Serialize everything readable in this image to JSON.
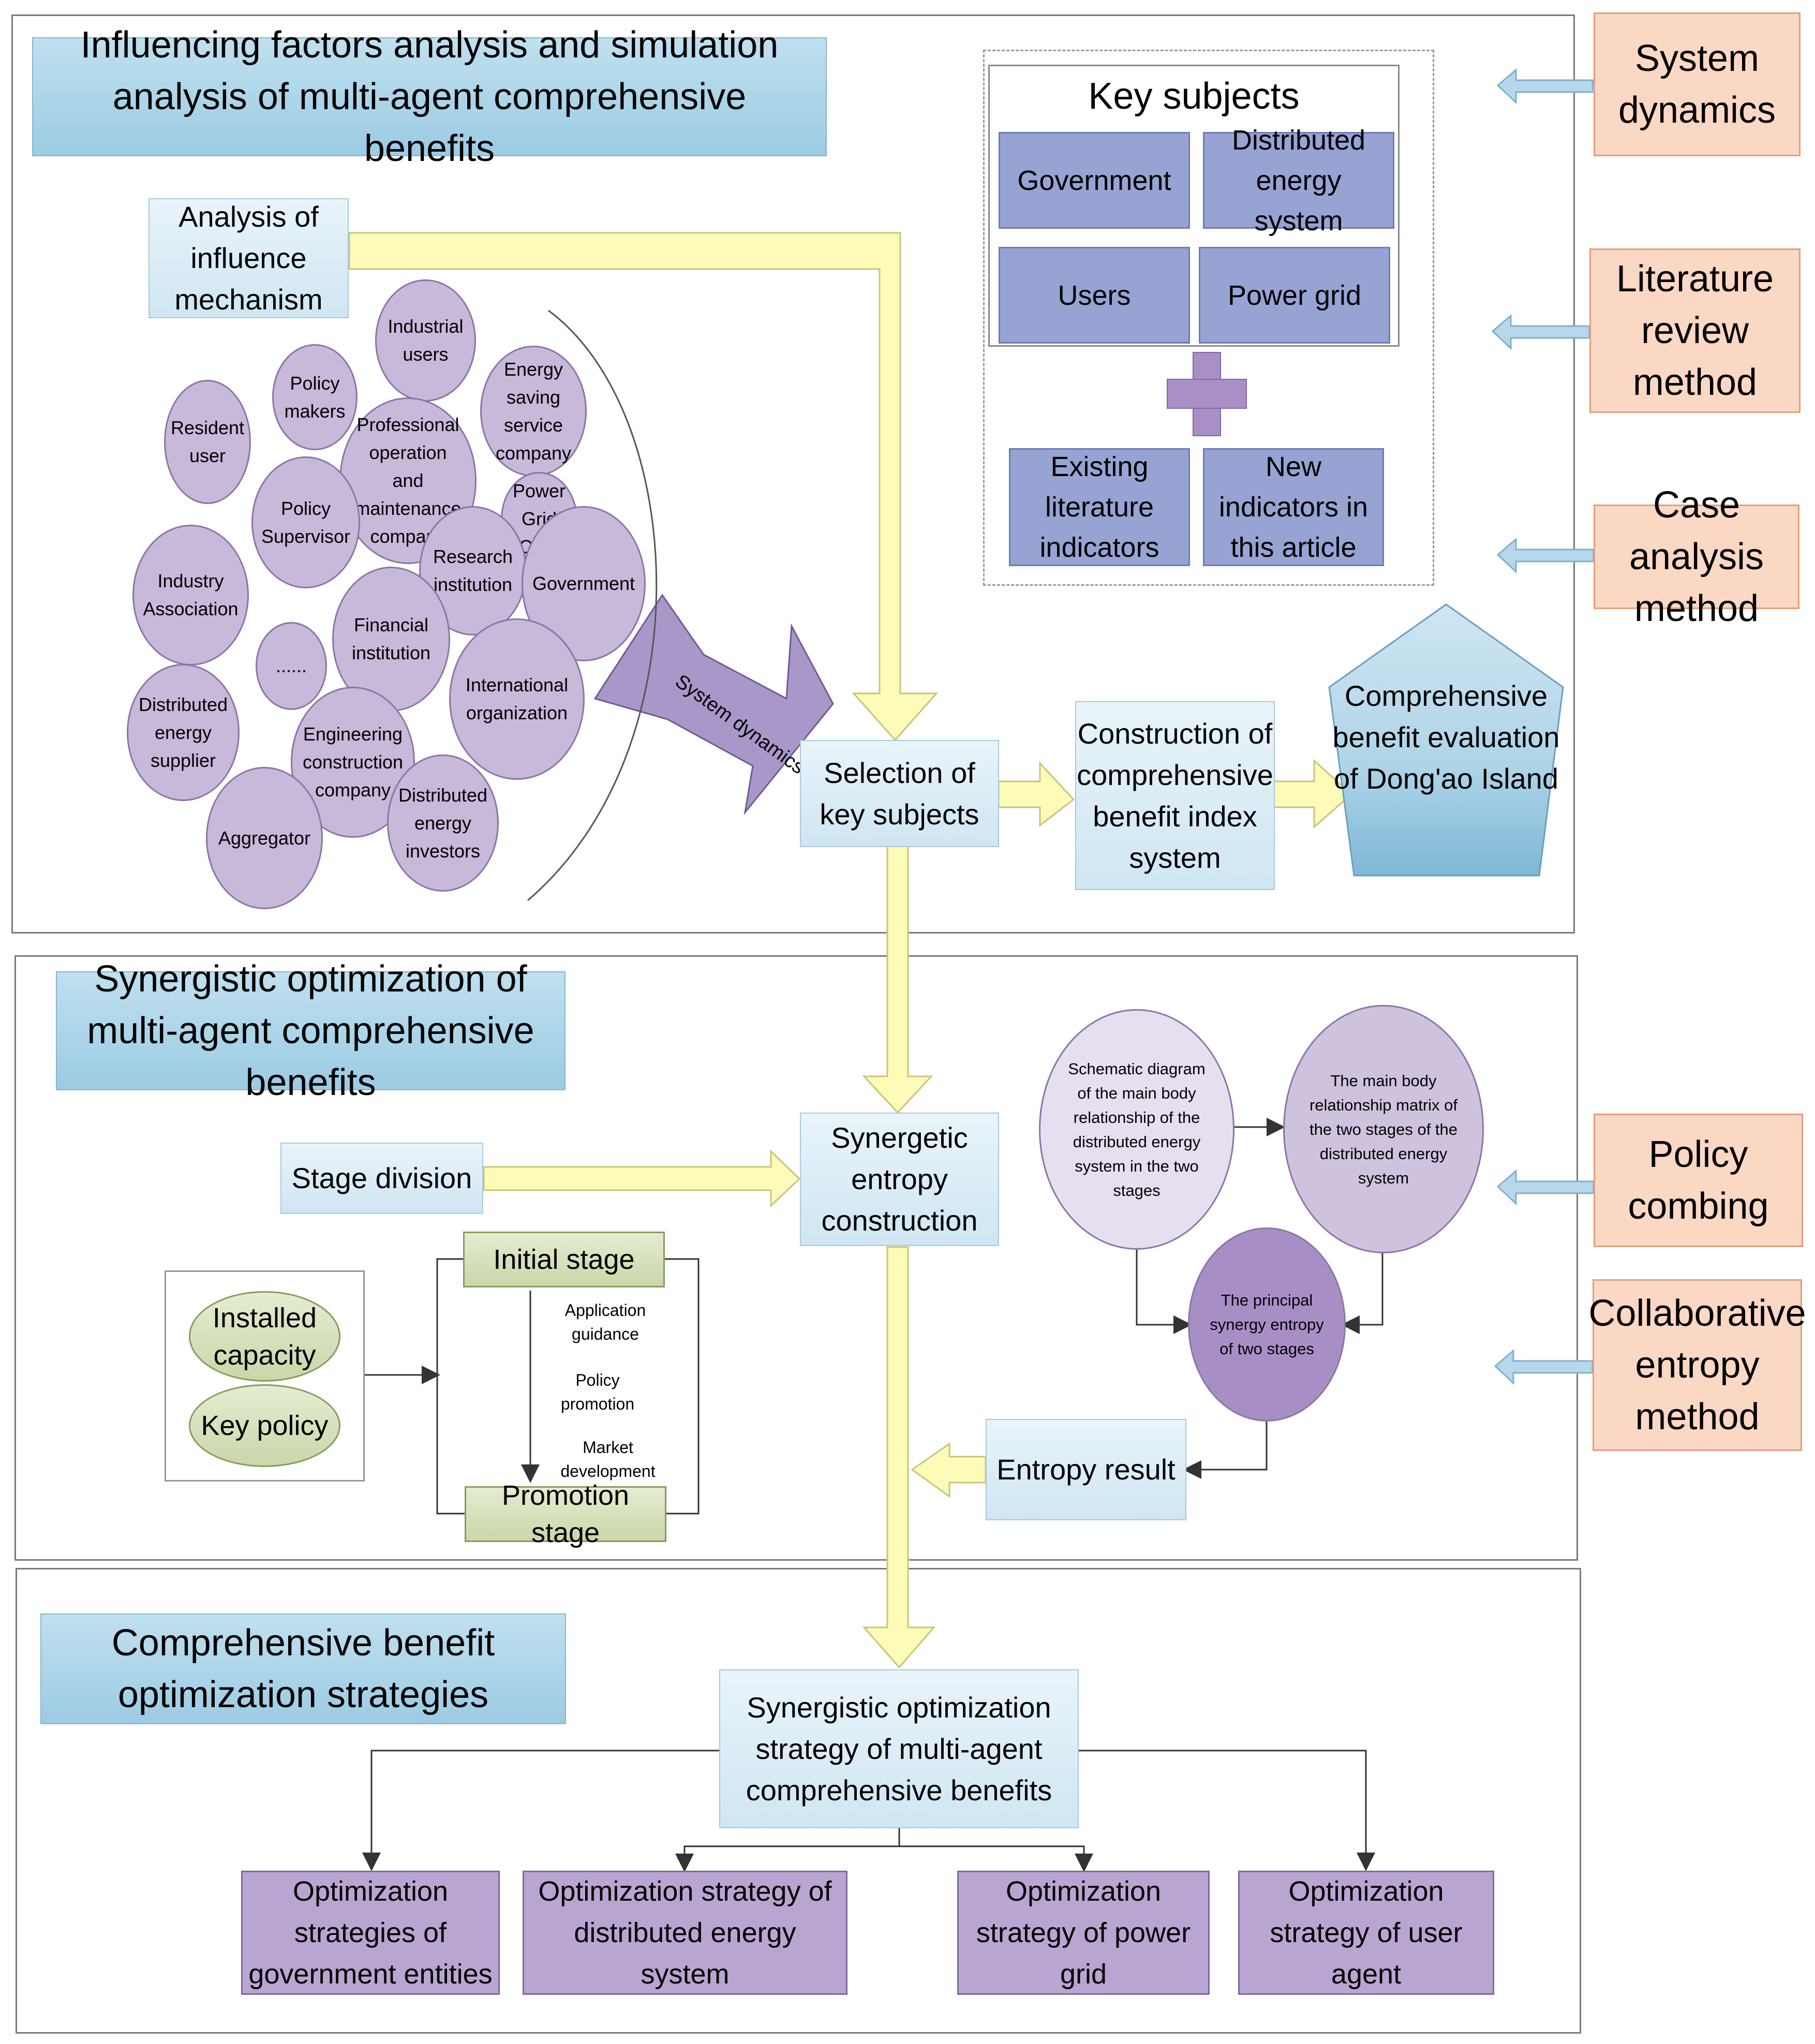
{
  "section1": {
    "title": "Influencing factors analysis and simulation analysis of multi-agent comprehensive benefits",
    "analysis_box": "Analysis of influence mechanism",
    "bubbles": {
      "industrial_users": "Industrial users",
      "policy_makers": "Policy makers",
      "resident_user": "Resident user",
      "energy_saving": "Energy saving service company",
      "professional": "Professional operation and maintenance company",
      "power_grid_corp": "Power Grid Corp",
      "policy_supervisor": "Policy Supervisor",
      "research_institution": "Research institution",
      "government": "Government",
      "industry_association": "Industry Association",
      "financial_institution": "Financial institution",
      "ellipsis": "......",
      "international_org": "International organization",
      "de_supplier": "Distributed energy supplier",
      "engineering": "Engineering construction company",
      "aggregator": "Aggregator",
      "de_investors": "Distributed energy investors"
    },
    "arrow_label": "System dynamics",
    "selection": "Selection of key subjects",
    "construction": "Construction of comprehensive benefit index system",
    "evaluation": "Comprehensive benefit evaluation of Dong'ao Island",
    "key_subjects": {
      "title": "Key subjects",
      "items": [
        "Government",
        "Distributed energy system",
        "Users",
        "Power grid"
      ],
      "indicators": [
        "Existing literature indicators",
        "New indicators in this article"
      ]
    }
  },
  "methods": {
    "system_dynamics": "System dynamics",
    "literature_review": "Literature review method",
    "case_analysis": "Case analysis method",
    "policy_combing": "Policy combing",
    "collaborative_entropy": "Collaborative entropy method"
  },
  "section2": {
    "title": "Synergistic optimization of multi-agent comprehensive benefits",
    "stage_division": "Stage division",
    "synergetic": "Synergetic entropy construction",
    "installed_capacity": "Installed capacity",
    "key_policy": "Key policy",
    "initial_stage": "Initial stage",
    "promotion_stage": "Promotion stage",
    "steps": [
      "Application guidance",
      "Policy promotion",
      "Market development"
    ],
    "schematic": "Schematic diagram of the main body relationship of the distributed energy system in the two stages",
    "matrix": "The main body relationship matrix of the two stages of the distributed energy system",
    "principal": "The  principal synergy entropy of two stages",
    "entropy_result": "Entropy result"
  },
  "section3": {
    "title": "Comprehensive benefit optimization strategies",
    "main": "Synergistic optimization strategy of multi-agent comprehensive benefits",
    "strategies": [
      "Optimization strategies of government entities",
      "Optimization strategy of distributed energy system",
      "Optimization strategy of power grid",
      "Optimization strategy of user agent"
    ]
  },
  "colors": {
    "yellow_arrow": "#fdfbb8",
    "blue_arrow": "#b7d8ea",
    "purple": "#b9a5d1",
    "orange": "#fbd8c4"
  }
}
